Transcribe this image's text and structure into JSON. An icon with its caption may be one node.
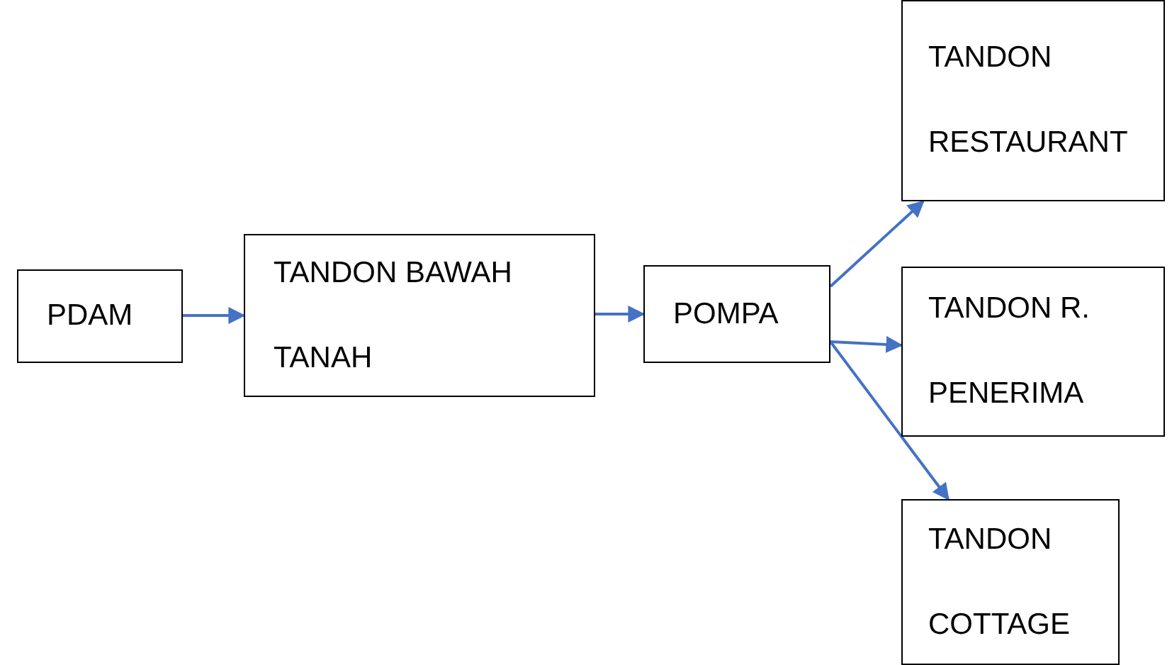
{
  "diagram": {
    "nodes": [
      {
        "text": [
          "PDAM"
        ]
      },
      {
        "text": [
          "TANDON BAWAH TANAH"
        ]
      },
      {
        "text": [
          "POMPA"
        ]
      },
      {
        "text": [
          "TANDON RESTAURANT"
        ]
      },
      {
        "text": [
          "TANDON R. PENERIMA"
        ]
      },
      {
        "text": [
          "TANDON COTTAGE"
        ]
      }
    ],
    "edges": [
      {
        "from": 0,
        "to": 1,
        "arrow": "to"
      },
      {
        "from": 1,
        "to": 2,
        "arrow": "to"
      },
      {
        "from": 2,
        "to": 3,
        "arrow": "to"
      },
      {
        "from": 2,
        "to": 4,
        "arrow": "to"
      },
      {
        "from": 2,
        "to": 5,
        "arrow": "to"
      }
    ]
  }
}
